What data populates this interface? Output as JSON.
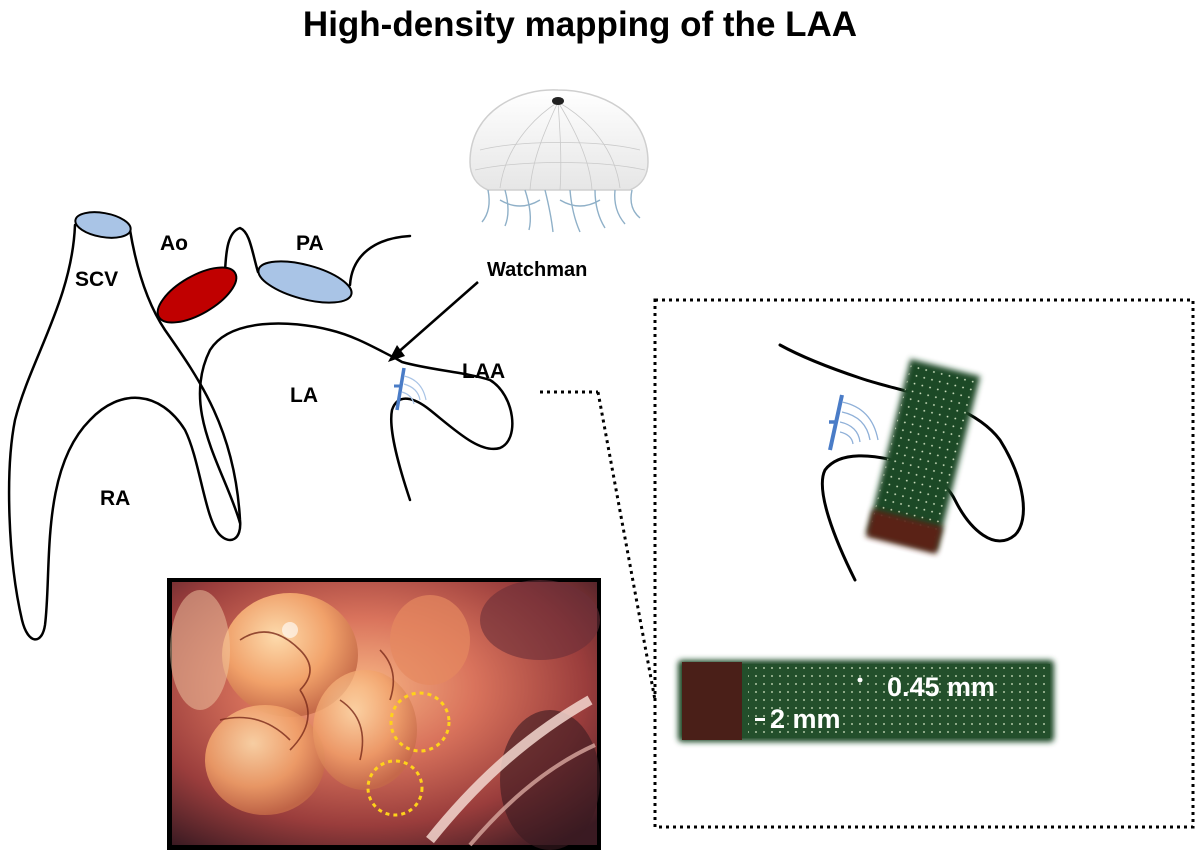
{
  "title": "High-density mapping of the LAA",
  "labels": {
    "scv": "SCV",
    "ao": "Ao",
    "pa": "PA",
    "watchman": "Watchman",
    "laa": "LAA",
    "la": "LA",
    "ra": "RA"
  },
  "electrode": {
    "spacing_label": "0.45 mm",
    "length_label": "2 mm"
  },
  "colors": {
    "vessel_blue": "#a9c4e6",
    "aorta_red": "#c00000",
    "device_blue": "#4a7cc7",
    "electrode_green": "#1f4a26",
    "connector_red": "#5a2018",
    "marker_yellow": "#ffd21a"
  }
}
